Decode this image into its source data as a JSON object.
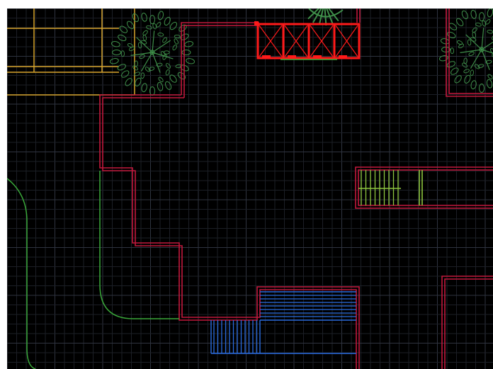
{
  "app": {
    "view": "cad-drawing-viewport"
  },
  "colors": {
    "background": "#000000",
    "grid_minor": "#1c1f26",
    "grid_major": "#2f3440",
    "wall": "#c2183c",
    "highlight": "#ff1a1a",
    "yellow": "#d7a42c",
    "green": "#3aa83a",
    "lime": "#8ec63f",
    "blue": "#2a6ce0",
    "tree": "#3f8f4a"
  },
  "layers": [
    {
      "name": "walls",
      "icon": "wall-polyline"
    },
    {
      "name": "stairs",
      "icon": "stair-hatch"
    },
    {
      "name": "planting",
      "icon": "tree-symbol"
    },
    {
      "name": "railing",
      "icon": "railing-block"
    }
  ]
}
